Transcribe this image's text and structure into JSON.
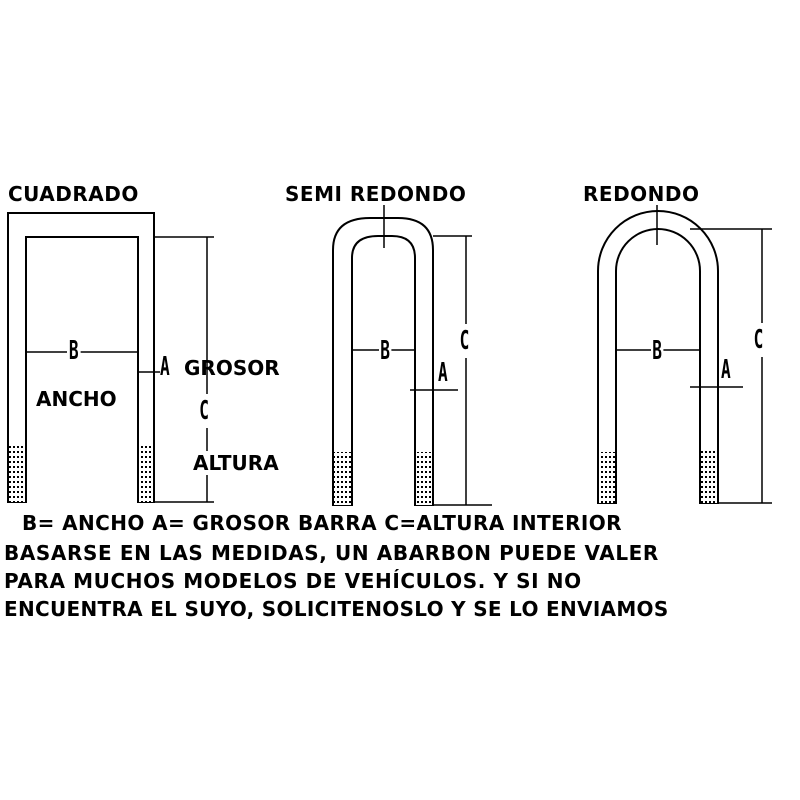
{
  "titles": {
    "square": "CUADRADO",
    "semi_round": "SEMI REDONDO",
    "round": "REDONDO"
  },
  "square_labels": {
    "width_letter": "B",
    "thickness_letter": "A",
    "thickness_word": "GROSOR",
    "width_word": "ANCHO",
    "height_letter": "C",
    "height_word": "ALTURA"
  },
  "semi_labels": {
    "width_letter": "B",
    "height_letter": "C",
    "thickness_letter": "A"
  },
  "round_labels": {
    "width_letter": "B",
    "height_letter": "C",
    "thickness_letter": "A"
  },
  "legend": "B= ANCHO   A= GROSOR BARRA   C=ALTURA INTERIOR",
  "notes": [
    "BASARSE EN LAS MEDIDAS, UN ABARBON PUEDE VALER",
    "PARA MUCHOS MODELOS DE VEHÍCULOS. Y SI NO",
    "ENCUENTRA EL SUYO, SOLICITENOSLO Y SE LO ENVIAMOS"
  ],
  "colors": {
    "ink": "#000000",
    "background": "#ffffff"
  }
}
